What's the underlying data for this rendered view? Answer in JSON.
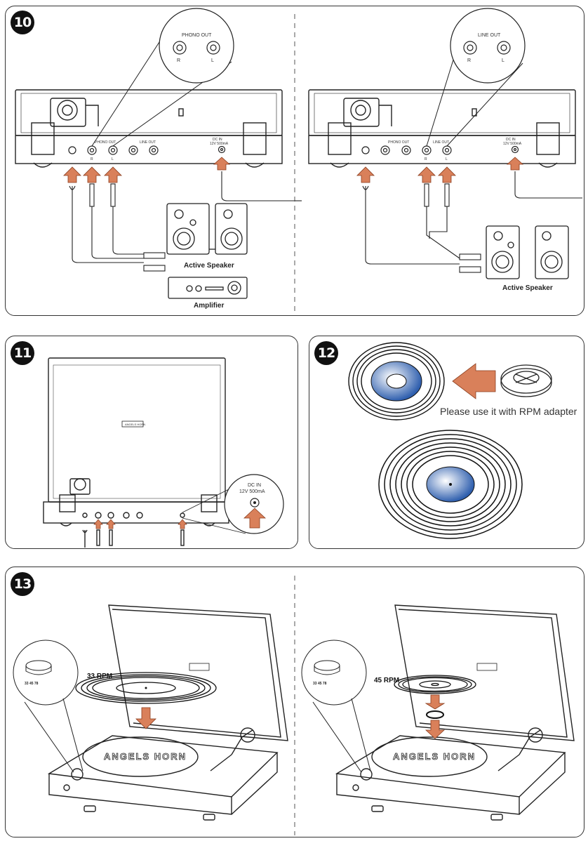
{
  "steps": [
    {
      "number": "10"
    },
    {
      "number": "11"
    },
    {
      "number": "12"
    },
    {
      "number": "13"
    }
  ],
  "step10": {
    "left": {
      "callout_title": "PHONO OUT",
      "callout_r": "R",
      "callout_l": "L",
      "panel_phono": "PHONO OUT",
      "panel_line": "LINE OUT",
      "panel_dc": "DC IN",
      "panel_dc_spec": "12V 500mA",
      "jack_r": "R",
      "jack_l": "L",
      "speaker_label": "Active Speaker",
      "amplifier_label": "Amplifier"
    },
    "right": {
      "callout_title": "LINE OUT",
      "callout_r": "R",
      "callout_l": "L",
      "panel_phono": "PHONO OUT",
      "panel_line": "LINE OUT",
      "panel_dc": "DC IN",
      "panel_dc_spec": "12V 500mA",
      "jack_r": "R",
      "jack_l": "L",
      "speaker_label": "Active Speaker"
    }
  },
  "step11": {
    "callout_title": "DC IN",
    "callout_spec": "12V 500mA"
  },
  "step12": {
    "caption": "Please use it with RPM adapter"
  },
  "step13": {
    "left_rpm": "33 RPM",
    "right_rpm": "45 RPM",
    "platter_text": "ANGELS HORN"
  },
  "colors": {
    "arrow": "#d9805a",
    "label_blue": "#2f5fae",
    "outline": "#222222"
  }
}
